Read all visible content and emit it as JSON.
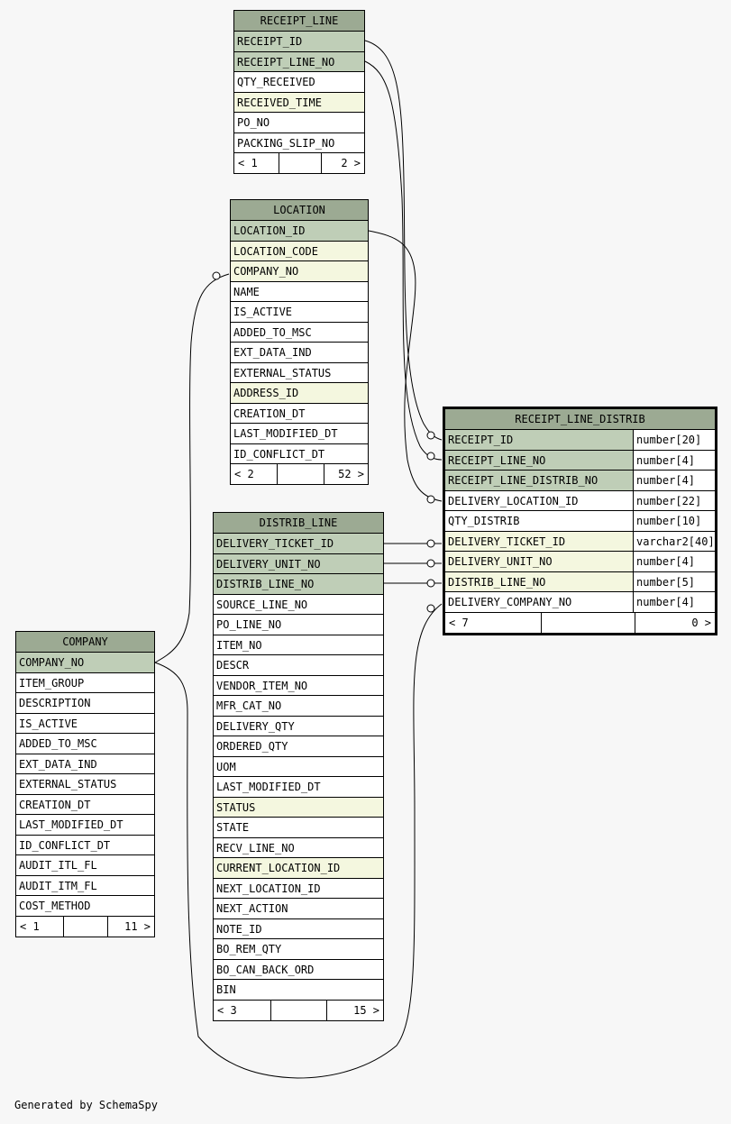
{
  "tables": {
    "receipt_line": {
      "name": "RECEIPT_LINE",
      "columns": [
        "RECEIPT_ID",
        "RECEIPT_LINE_NO",
        "QTY_RECEIVED",
        "RECEIVED_TIME",
        "PO_NO",
        "PACKING_SLIP_NO"
      ],
      "footer": {
        "parents": "< 1",
        "children": "2 >"
      }
    },
    "location": {
      "name": "LOCATION",
      "columns": [
        "LOCATION_ID",
        "LOCATION_CODE",
        "COMPANY_NO",
        "NAME",
        "IS_ACTIVE",
        "ADDED_TO_MSC",
        "EXT_DATA_IND",
        "EXTERNAL_STATUS",
        "ADDRESS_ID",
        "CREATION_DT",
        "LAST_MODIFIED_DT",
        "ID_CONFLICT_DT"
      ],
      "footer": {
        "parents": "< 2",
        "children": "52 >"
      }
    },
    "distrib_line": {
      "name": "DISTRIB_LINE",
      "columns": [
        "DELIVERY_TICKET_ID",
        "DELIVERY_UNIT_NO",
        "DISTRIB_LINE_NO",
        "SOURCE_LINE_NO",
        "PO_LINE_NO",
        "ITEM_NO",
        "DESCR",
        "VENDOR_ITEM_NO",
        "MFR_CAT_NO",
        "DELIVERY_QTY",
        "ORDERED_QTY",
        "UOM",
        "LAST_MODIFIED_DT",
        "STATUS",
        "STATE",
        "RECV_LINE_NO",
        "CURRENT_LOCATION_ID",
        "NEXT_LOCATION_ID",
        "NEXT_ACTION",
        "NOTE_ID",
        "BO_REM_QTY",
        "BO_CAN_BACK_ORD",
        "BIN"
      ],
      "footer": {
        "parents": "< 3",
        "children": "15 >"
      }
    },
    "company": {
      "name": "COMPANY",
      "columns": [
        "COMPANY_NO",
        "ITEM_GROUP",
        "DESCRIPTION",
        "IS_ACTIVE",
        "ADDED_TO_MSC",
        "EXT_DATA_IND",
        "EXTERNAL_STATUS",
        "CREATION_DT",
        "LAST_MODIFIED_DT",
        "ID_CONFLICT_DT",
        "AUDIT_ITL_FL",
        "AUDIT_ITM_FL",
        "COST_METHOD"
      ],
      "footer": {
        "parents": "< 1",
        "children": "11 >"
      }
    },
    "receipt_line_distrib": {
      "name": "RECEIPT_LINE_DISTRIB",
      "columns": [
        "RECEIPT_ID",
        "RECEIPT_LINE_NO",
        "RECEIPT_LINE_DISTRIB_NO",
        "DELIVERY_LOCATION_ID",
        "QTY_DISTRIB",
        "DELIVERY_TICKET_ID",
        "DELIVERY_UNIT_NO",
        "DISTRIB_LINE_NO",
        "DELIVERY_COMPANY_NO"
      ],
      "types": [
        "number[20]",
        "number[4]",
        "number[4]",
        "number[22]",
        "number[10]",
        "varchar2[40]",
        "number[4]",
        "number[5]",
        "number[4]"
      ],
      "footer": {
        "parents": "< 7",
        "children": "0 >"
      }
    }
  },
  "colors": {
    "header": "#9caa93",
    "primary_key": "#bfceb7",
    "indexed": "#f4f7df",
    "plain": "#ffffff"
  },
  "footer_text": "Generated by SchemaSpy"
}
